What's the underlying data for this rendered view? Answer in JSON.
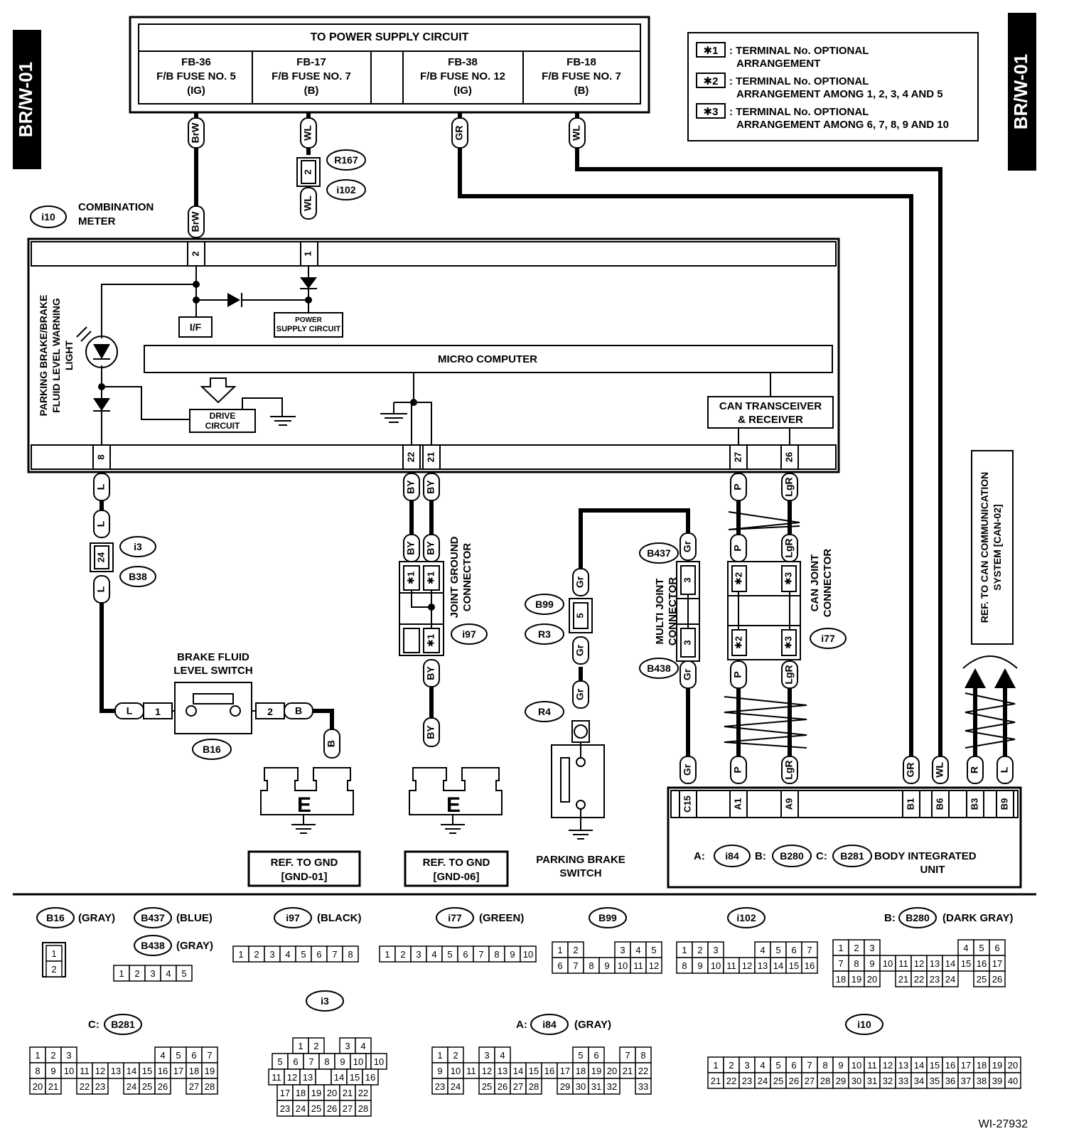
{
  "side_tag": "BR/W-01",
  "power": {
    "title": "TO POWER SUPPLY CIRCUIT",
    "fuses": [
      {
        "id": "FB-36",
        "name": "F/B FUSE NO. 5",
        "mode": "(IG)"
      },
      {
        "id": "FB-17",
        "name": "F/B FUSE NO. 7",
        "mode": "(B)"
      },
      {
        "id": "FB-38",
        "name": "F/B FUSE NO. 12",
        "mode": "(IG)"
      },
      {
        "id": "FB-18",
        "name": "F/B FUSE NO. 7",
        "mode": "(B)"
      }
    ]
  },
  "legend": [
    {
      "mark": "✱1",
      "line1": ": TERMINAL No. OPTIONAL",
      "line2": "ARRANGEMENT"
    },
    {
      "mark": "✱2",
      "line1": ": TERMINAL No. OPTIONAL",
      "line2": "ARRANGEMENT AMONG 1, 2, 3, 4 AND 5"
    },
    {
      "mark": "✱3",
      "line1": ": TERMINAL No. OPTIONAL",
      "line2": "ARRANGEMENT AMONG 6, 7, 8, 9 AND 10"
    }
  ],
  "meter": {
    "conn": "i10",
    "label1": "COMBINATION",
    "label2": "METER",
    "warning1": "PARKING BRAKE/BRAKE",
    "warning2": "FLUID LEVEL WARNING",
    "warning3": "LIGHT",
    "if": "I/F",
    "psc1": "POWER",
    "psc2": "SUPPLY CIRCUIT",
    "micro": "MICRO COMPUTER",
    "drive1": "DRIVE",
    "drive2": "CIRCUIT",
    "can1": "CAN TRANSCEIVER",
    "can2": "& RECEIVER"
  },
  "wires": {
    "brw": "BrW",
    "wl": "WL",
    "gr": "GR",
    "l": "L",
    "by": "BY",
    "b": "B",
    "p": "P",
    "lgr": "LgR",
    "grs": "Gr",
    "r": "R"
  },
  "pins": {
    "p2": "2",
    "p1": "1",
    "p8": "8",
    "p22": "22",
    "p21": "21",
    "p27": "27",
    "p26": "26",
    "p24": "24",
    "p3": "3",
    "p5": "5",
    "star1": "✱1",
    "star2": "✱2",
    "star3": "✱3"
  },
  "conns": {
    "R167": "R167",
    "i102": "i102",
    "i3": "i3",
    "B38": "B38",
    "B16": "B16",
    "i97": "i97",
    "B99": "B99",
    "R3": "R3",
    "R4": "R4",
    "B437": "B437",
    "B438": "B438",
    "i77": "i77",
    "i84": "i84",
    "B280": "B280",
    "B281": "B281"
  },
  "labels": {
    "brake_switch1": "BRAKE FLUID",
    "brake_switch2": "LEVEL SWITCH",
    "joint_gnd1": "JOINT GROUND",
    "joint_gnd2": "CONNECTOR",
    "multi1": "MULTI JOINT",
    "multi2": "CONNECTOR",
    "canjoint1": "CAN JOINT",
    "canjoint2": "CONNECTOR",
    "ref_can1": "REF. TO CAN COMMUNICATION",
    "ref_can2": "SYSTEM [CAN-02]",
    "gnd_e": "E",
    "ref_gnd": "REF. TO GND",
    "gnd01": "[GND-01]",
    "gnd06": "[GND-06]",
    "pbs1": "PARKING BRAKE",
    "pbs2": "SWITCH",
    "biu_a": "A:",
    "biu_b": "B:",
    "biu_c": "C:",
    "biu1": "BODY INTEGRATED",
    "biu2": "UNIT"
  },
  "biu_pins": [
    "C15",
    "A1",
    "A9",
    "B1",
    "B6",
    "B3",
    "B9"
  ],
  "biu_wires": [
    "Gr",
    "P",
    "LgR",
    "GR",
    "WL",
    "R",
    "L"
  ],
  "views": {
    "B16": {
      "conn": "B16",
      "color": "(GRAY)"
    },
    "B437": {
      "conn": "B437",
      "color": "(BLUE)"
    },
    "B438": {
      "conn": "B438",
      "color": "(GRAY)"
    },
    "i97": {
      "conn": "i97",
      "color": "(BLACK)"
    },
    "i77": {
      "conn": "i77",
      "color": "(GREEN)"
    },
    "B99": {
      "conn": "B99"
    },
    "i102": {
      "conn": "i102"
    },
    "B280": {
      "prefix": "B:",
      "conn": "B280",
      "color": "(DARK GRAY)"
    },
    "B281": {
      "prefix": "C:",
      "conn": "B281"
    },
    "i3": {
      "conn": "i3"
    },
    "i84": {
      "prefix": "A:",
      "conn": "i84",
      "color": "(GRAY)"
    },
    "i10": {
      "conn": "i10"
    }
  },
  "figure_id": "WI-27932"
}
